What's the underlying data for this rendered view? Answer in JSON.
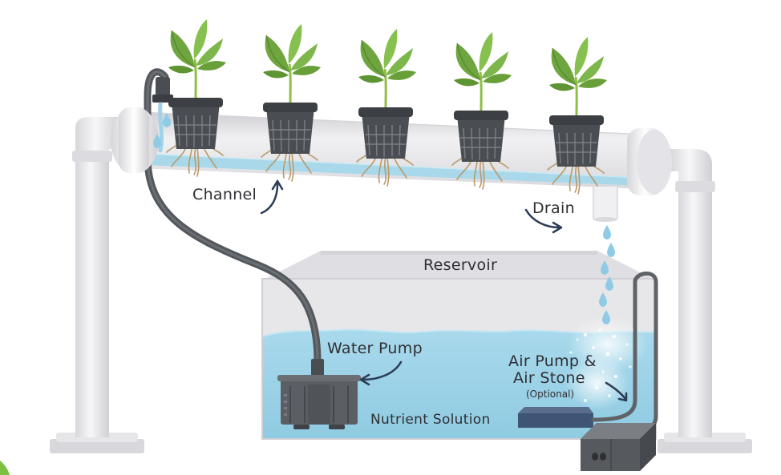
{
  "labels": {
    "channel": "Channel",
    "drain": "Drain",
    "reservoir": "Reservoir",
    "water_pump": "Water Pump",
    "air_pump_line1": "Air Pump &",
    "air_pump_line2": "Air Stone",
    "optional": "(Optional)",
    "nutrient_solution": "Nutrient Solution"
  },
  "icons": [
    "plant-icon",
    "net-pot-icon",
    "water-pump-icon",
    "air-pump-icon",
    "air-stone-icon",
    "water-drop-icon",
    "arrow-icon"
  ],
  "colors": {
    "water": "#a8d8ea",
    "water_dark": "#8ecbe2",
    "pipe": "#e9e9ec",
    "tube": "#5f6368",
    "pump": "#5b5e62",
    "air_stone": "#3f5575",
    "leaf": "#7bb24a",
    "text": "#2f2f33",
    "arrow": "#2b3c55"
  }
}
